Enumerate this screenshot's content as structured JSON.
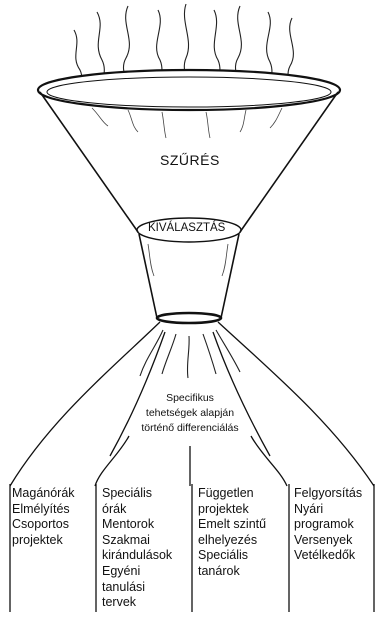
{
  "funnel": {
    "top_label": "SZŰRÉS",
    "neck_label": "KIVÁLASZTÁS"
  },
  "center_text": [
    "Specifikus",
    "tehetségek alapján",
    "történő differenciálás"
  ],
  "columns": [
    {
      "items": [
        "Magánórák",
        "Elmélyítés",
        "Csoportos",
        "projektek"
      ]
    },
    {
      "items": [
        "Speciális",
        "órák",
        "Mentorok",
        "Szakmai",
        "kirándulások",
        "Egyéni",
        "tanulási",
        "tervek"
      ]
    },
    {
      "items": [
        "Független",
        "projektek",
        "Emelt szintű",
        "elhelyezés",
        "Speciális",
        "tanárok"
      ]
    },
    {
      "items": [
        "Felgyorsítás",
        "Nyári",
        "programok",
        "Versenyek",
        "Vetélkedők"
      ]
    }
  ]
}
